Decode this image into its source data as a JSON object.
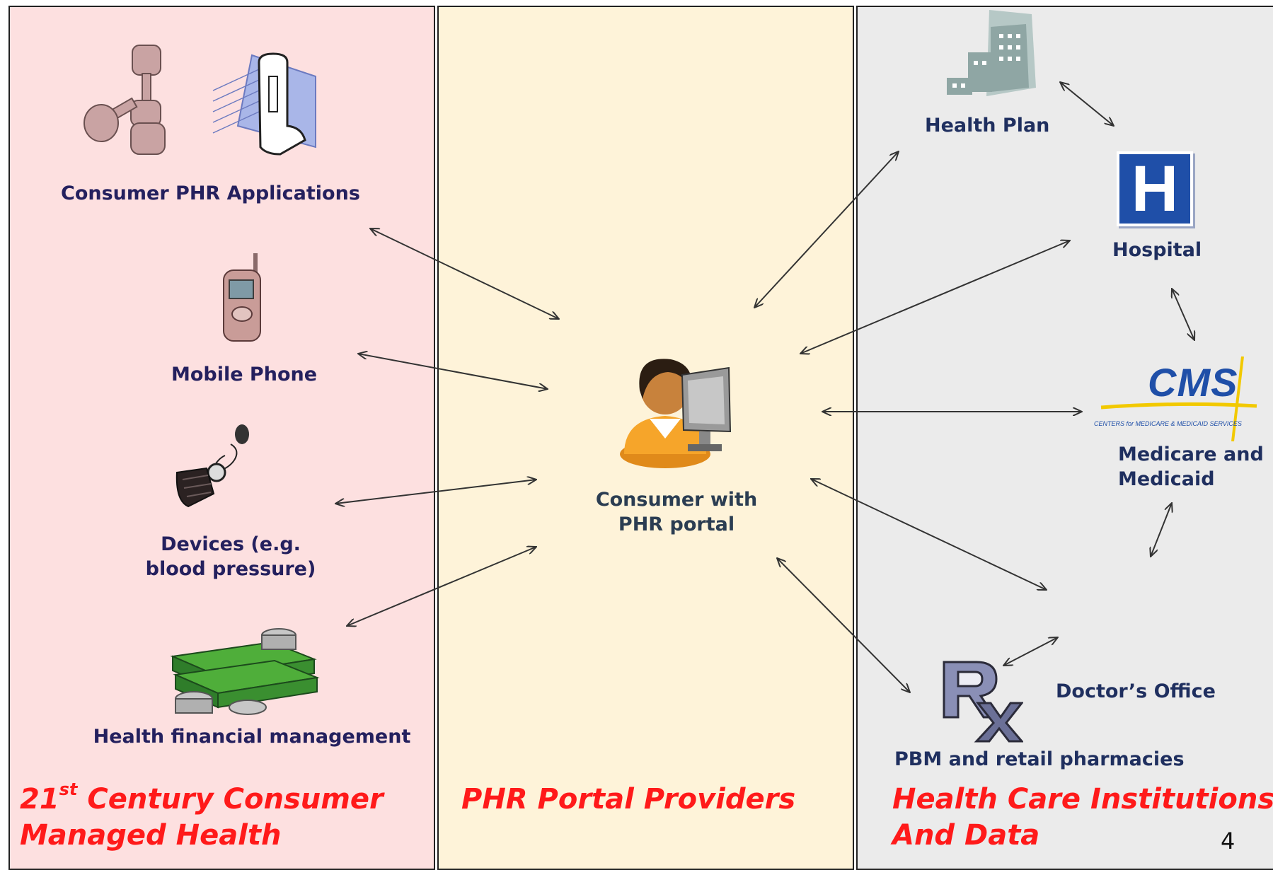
{
  "columns": {
    "left": {
      "heading_prefix": "21",
      "heading_sup": "st",
      "heading_line1_rest": " Century Consumer",
      "heading_line2": "Managed Health"
    },
    "middle": {
      "heading": "PHR Portal Providers"
    },
    "right": {
      "heading_line1": "Health Care Institutions",
      "heading_line2": "And Data"
    }
  },
  "left_nodes": {
    "apps": "Consumer PHR Applications",
    "mobile": "Mobile Phone",
    "devices_line1": "Devices (e.g.",
    "devices_line2": "blood pressure)",
    "financial": "Health financial management"
  },
  "center_node": {
    "line1": "Consumer with",
    "line2": "PHR portal"
  },
  "right_nodes": {
    "health_plan": "Health Plan",
    "hospital": "Hospital",
    "hospital_icon_letter": "H",
    "cms_logo": "CMS",
    "cms_subtitle": "CENTERS for MEDICARE & MEDICAID SERVICES",
    "cms_line1": "Medicare and",
    "cms_line2": "Medicaid",
    "doctor": "Doctor’s Office",
    "pharmacy": "PBM and retail pharmacies",
    "rx_icon_text": "Rx"
  },
  "page_number": "4",
  "colors": {
    "left_bg": "#fde0e0",
    "mid_bg": "#fef3d9",
    "right_bg": "#ebebeb",
    "heading_red": "#ff1a1a",
    "hospital_blue": "#1f4fa8",
    "cms_blue": "#1f4fa8",
    "cms_gold": "#f2c900"
  },
  "icons": [
    "dumbbell-icon",
    "inhaler-icon",
    "mobile-phone-icon",
    "blood-pressure-cuff-icon",
    "money-stack-icon",
    "person-at-computer-icon",
    "health-plan-building-icon",
    "hospital-h-icon",
    "cms-logo-icon",
    "rx-pharmacy-icon"
  ]
}
